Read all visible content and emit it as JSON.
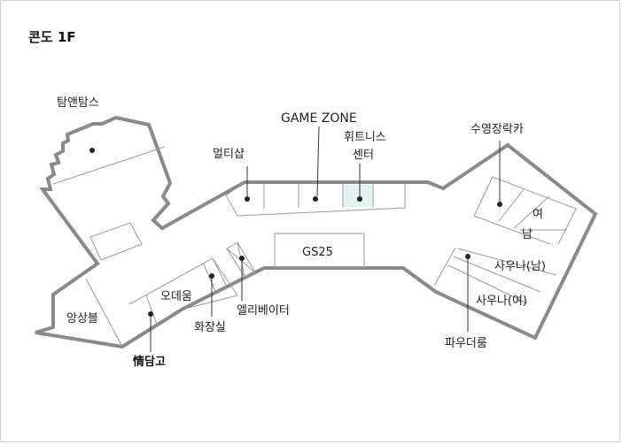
{
  "map": {
    "title": "콘도 1F",
    "labels": {
      "tapentaps": "탐앤탐스",
      "game_zone": "GAME ZONE",
      "fitness_line1": "휘트니스",
      "fitness_line2": "센터",
      "multishop": "멀티샵",
      "gs25": "GS25",
      "pool_cafe": "수영장락카",
      "women": "여",
      "men": "남",
      "sauna_men": "사우나(남)",
      "sauna_women": "사우나(여)",
      "powder_room": "파우더룸",
      "elevator": "엘리베이터",
      "restroom": "화장실",
      "odeum": "오데움",
      "angsangbul": "앙상블",
      "jeongdamgo": "情담고"
    },
    "colors": {
      "outline": "#8a8a8a",
      "fitness_text": "#2a8a80",
      "fitness_fill": "#e2f4f1"
    }
  }
}
